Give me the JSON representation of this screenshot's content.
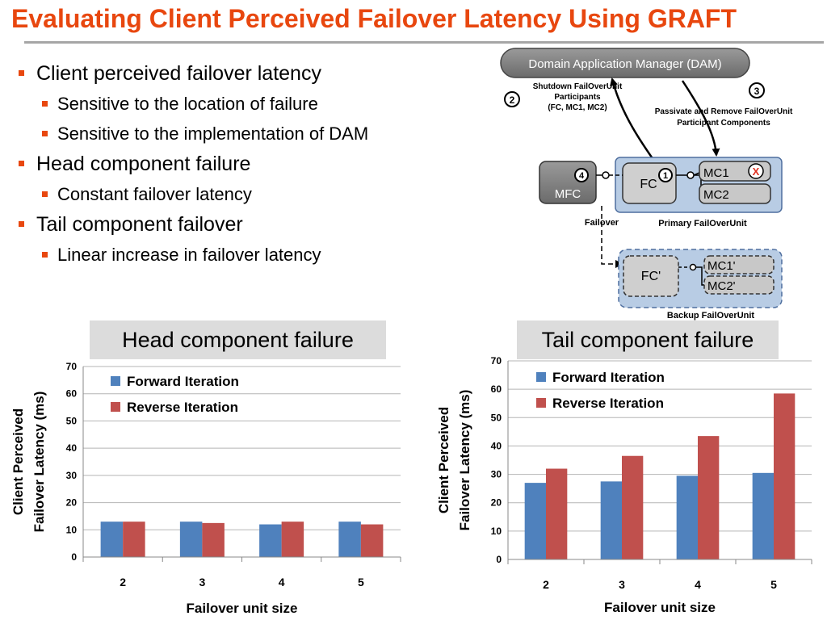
{
  "slide": {
    "title": "Evaluating Client Perceived Failover Latency Using GRAFT",
    "title_color": "#e8470f",
    "bullet_color": "#e8470f"
  },
  "bullets": [
    {
      "level": 1,
      "text": "Client perceived failover latency"
    },
    {
      "level": 2,
      "text": "Sensitive to the location of failure"
    },
    {
      "level": 2,
      "text": "Sensitive to the implementation of DAM"
    },
    {
      "level": 1,
      "text": "Head component failure"
    },
    {
      "level": 2,
      "text": "Constant failover latency"
    },
    {
      "level": 1,
      "text": "Tail component failover"
    },
    {
      "level": 2,
      "text": "Linear increase in failover latency"
    }
  ],
  "diagram": {
    "dam_label": "Domain Application Manager (DAM)",
    "step2_number": "2",
    "step2_text": [
      "Shutdown FailOverUnit",
      "Participants",
      "(FC, MC1, MC2)"
    ],
    "step3_number": "3",
    "step3_text": [
      "Passivate and Remove FailOverUnit",
      "Participant Components"
    ],
    "step4_number": "4",
    "step1_number": "1",
    "mfc_label": "MFC",
    "fc_label": "FC",
    "mc1_label": "MC1",
    "mc2_label": "MC2",
    "failure_mark": "X",
    "primary_label": "Primary FailOverUnit",
    "failover_label": "Failover",
    "fc_backup_label": "FC'",
    "mc1_backup_label": "MC1'",
    "mc2_backup_label": "MC2'",
    "backup_label": "Backup FailOverUnit"
  },
  "chart_data": [
    {
      "type": "bar",
      "title": "Head component failure",
      "xlabel": "Failover unit size",
      "ylabel": "Client Perceived Failover Latency (ms)",
      "ylabel_lines": [
        "Client Perceived",
        "Failover  Latency  (ms)"
      ],
      "categories": [
        "2",
        "3",
        "4",
        "5"
      ],
      "ylim": [
        0,
        70
      ],
      "yticks": [
        "0",
        "10",
        "20",
        "30",
        "40",
        "50",
        "60",
        "70"
      ],
      "grid": true,
      "legend": "top-left",
      "series": [
        {
          "name": "Forward Iteration",
          "color": "#4f81bd",
          "values": [
            13,
            13,
            12,
            13
          ]
        },
        {
          "name": "Reverse Iteration",
          "color": "#c0504d",
          "values": [
            13,
            12.5,
            13,
            12
          ]
        }
      ]
    },
    {
      "type": "bar",
      "title": "Tail component failure",
      "xlabel": "Failover unit size",
      "ylabel": "Client Perceived Failover Latency (ms)",
      "ylabel_lines": [
        "Client Perceived",
        "Failover Latency  (ms)"
      ],
      "categories": [
        "2",
        "3",
        "4",
        "5"
      ],
      "ylim": [
        0,
        70
      ],
      "yticks": [
        "0",
        "10",
        "20",
        "30",
        "40",
        "50",
        "60",
        "70"
      ],
      "grid": true,
      "legend": "top-left",
      "series": [
        {
          "name": "Forward Iteration",
          "color": "#4f81bd",
          "values": [
            27,
            27.5,
            29.5,
            30.5
          ]
        },
        {
          "name": "Reverse Iteration",
          "color": "#c0504d",
          "values": [
            32,
            36.5,
            43.5,
            58.5
          ]
        }
      ]
    }
  ]
}
